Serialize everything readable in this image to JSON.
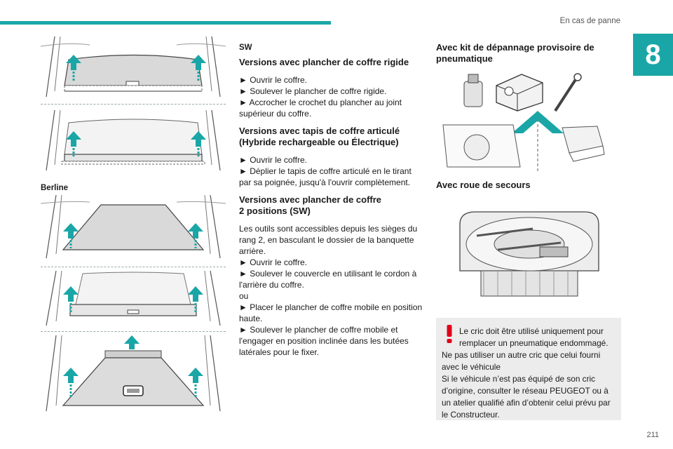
{
  "header": {
    "section_title": "En cas de panne",
    "chapter_number": "8"
  },
  "footer": {
    "page_number": "211"
  },
  "col1": {
    "berline_label": "Berline"
  },
  "col2": {
    "sw_label": "SW",
    "h1": "Versions avec plancher de coffre rigide",
    "h1_steps": [
      "► Ouvrir le coffre.",
      "► Soulever le plancher de coffre rigide.",
      "► Accrocher le crochet du plancher au joint supérieur du coffre."
    ],
    "h2_line1": "Versions avec tapis de coffre articulé",
    "h2_line2": "(Hybride rechargeable ou Électrique)",
    "h2_steps": [
      "► Ouvrir le coffre.",
      "► Déplier le tapis de coffre articulé en le tirant par sa poignée, jusqu'à l'ouvrir complètement."
    ],
    "h3_line1": "Versions avec plancher de coffre",
    "h3_line2": "2 positions (SW)",
    "h3_intro": "Les outils sont accessibles depuis les sièges du rang 2, en basculant le dossier de la banquette arrière.",
    "h3_steps": [
      "► Ouvrir le coffre.",
      "► Soulever le couvercle en utilisant le cordon à l'arrière du coffre."
    ],
    "h3_or": "ou",
    "h3_steps2": [
      "► Placer le plancher de coffre mobile en position haute.",
      "► Soulever le plancher de coffre mobile et l'engager en position inclinée dans les butées latérales pour le fixer."
    ]
  },
  "col3": {
    "kit_title_1": "Avec kit de dépannage provisoire de",
    "kit_title_2": "pneumatique",
    "spare_title": "Avec roue de secours",
    "warning": {
      "line1": "Le cric doit être utilisé uniquement pour",
      "line2": "remplacer un pneumatique endommagé.",
      "rest": "Ne pas utiliser un autre cric que celui fourni avec le véhicule\nSi le véhicule n’est pas équipé de son cric d’origine, consulter le réseau PEUGEOT ou à un atelier qualifié afin d’obtenir celui prévu par le Constructeur."
    }
  },
  "colors": {
    "accent": "#1aa6a6",
    "warning": "#e2001a",
    "warning_bg": "#ececec"
  }
}
